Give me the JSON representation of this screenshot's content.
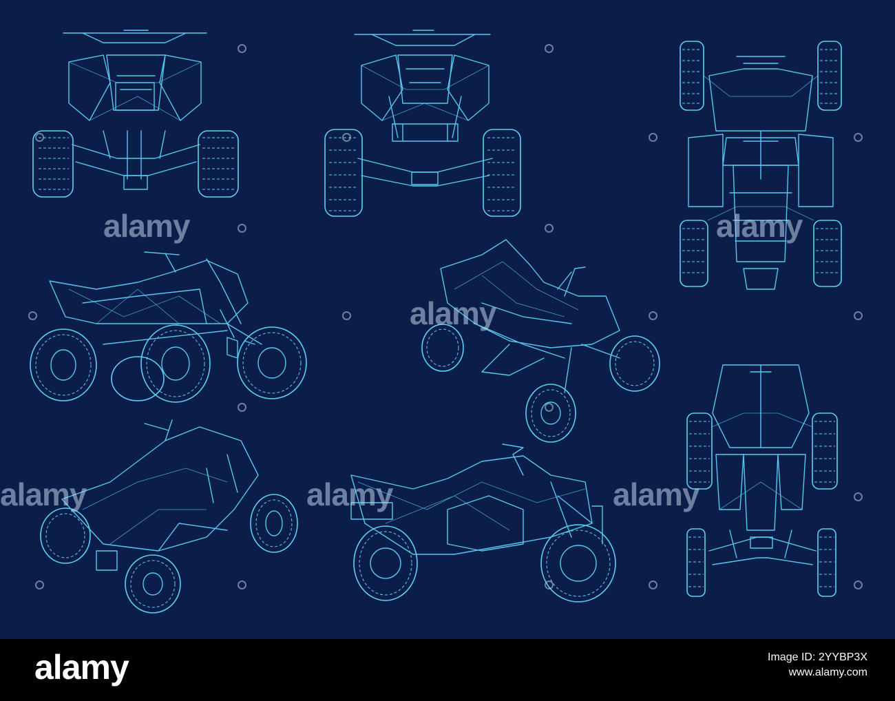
{
  "watermark": {
    "text": "alamy"
  },
  "footer": {
    "logo": "alamy",
    "image_id_label": "Image ID: 2YYBP3X",
    "site": "www.alamy.com"
  },
  "colors": {
    "background": "#0b1e4a",
    "wireframe": "#57c8ef",
    "footer_bg": "#000000"
  },
  "views": [
    {
      "name": "quad-bike rear view"
    },
    {
      "name": "quad-bike front view"
    },
    {
      "name": "quad-bike top view"
    },
    {
      "name": "quad-bike front three-quarter view"
    },
    {
      "name": "quad-bike rear three-quarter high view"
    },
    {
      "name": "quad-bike rear three-quarter low view"
    },
    {
      "name": "quad-bike side view"
    },
    {
      "name": "quad-bike bottom view"
    }
  ]
}
